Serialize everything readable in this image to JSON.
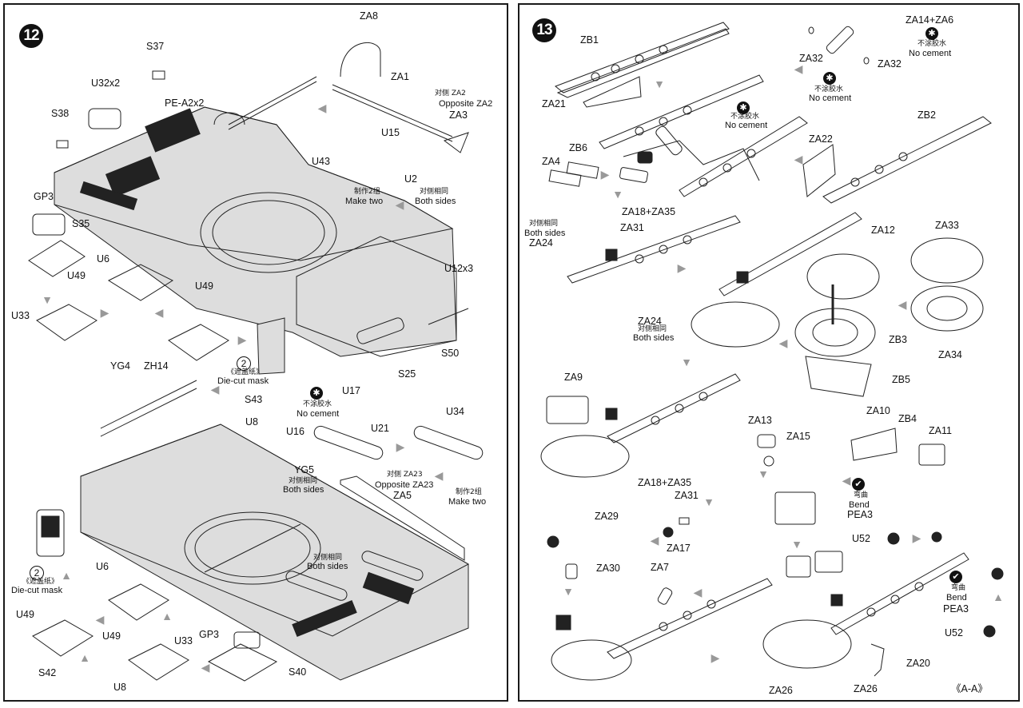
{
  "step12": {
    "number": "12",
    "labels": {
      "S37": "S37",
      "U32x2": "U32x2",
      "PE_A2x2": "PE-A2x2",
      "S38": "S38",
      "ZA8": "ZA8",
      "ZA1": "ZA1",
      "ZA2_zh": "对侧 ZA2",
      "ZA2_en": "Opposite ZA2",
      "ZA3": "ZA3",
      "U15": "U15",
      "U43": "U43",
      "U2": "U2",
      "make_two_zh": "制作2组",
      "make_two_en": "Make two",
      "both_sides_1_zh": "对侧相同",
      "both_sides_1_en": "Both sides",
      "GP3_top": "GP3",
      "S35": "S35",
      "U6_top": "U6",
      "U49_a": "U49",
      "U49_b": "U49",
      "U33_top": "U33",
      "U12x3": "U12x3",
      "S50": "S50",
      "S25": "S25",
      "mask_1_num": "2",
      "mask_1_zh": "《遮盖纸》",
      "mask_1_en": "Die-cut mask",
      "YG4": "YG4",
      "ZH14": "ZH14",
      "S43": "S43",
      "U8_top": "U8",
      "no_cement_zh": "不涂胶水",
      "no_cement_en": "No cement",
      "U17": "U17",
      "U16": "U16",
      "U21": "U21",
      "U34": "U34",
      "YG5": "YG5",
      "both_sides_2_zh": "对侧相同",
      "both_sides_2_en": "Both sides",
      "ZA23_zh": "对侧 ZA23",
      "ZA23_en": "Opposite ZA23",
      "ZA5": "ZA5",
      "make_two_2_zh": "制作2组",
      "make_two_2_en": "Make two",
      "both_sides_3_zh": "对侧相同",
      "both_sides_3_en": "Both sides",
      "mask_2_num": "2",
      "mask_2_zh": "《遮盖纸》",
      "mask_2_en": "Die-cut mask",
      "U6_bottom": "U6",
      "U49_c": "U49",
      "U49_d": "U49",
      "U33_bottom": "U33",
      "GP3_bottom": "GP3",
      "S40": "S40",
      "S42": "S42",
      "U8_bottom": "U8"
    }
  },
  "step13": {
    "number": "13",
    "labels": {
      "ZB1": "ZB1",
      "ZA21": "ZA21",
      "no_cement_1_zh": "不涂胶水",
      "no_cement_1_en": "No cement",
      "ZA14_ZA6": "ZA14+ZA6",
      "no_cement_2_zh": "不涂胶水",
      "no_cement_2_en": "No cement",
      "ZA32_a": "ZA32",
      "ZA32_b": "ZA32",
      "no_cement_3_zh": "不涂胶水",
      "no_cement_3_en": "No cement",
      "ZB6": "ZB6",
      "ZA4": "ZA4",
      "ZA22": "ZA22",
      "ZB2": "ZB2",
      "ZA18_ZA35_top": "ZA18+ZA35",
      "ZA31_top": "ZA31",
      "both_sides_a_zh": "对侧相同",
      "both_sides_a_en": "Both sides",
      "ZA24_a": "ZA24",
      "ZA24_b": "ZA24",
      "both_sides_b_zh": "对侧相同",
      "both_sides_b_en": "Both sides",
      "ZA12": "ZA12",
      "ZA33": "ZA33",
      "ZB3": "ZB3",
      "ZA34": "ZA34",
      "ZB5": "ZB5",
      "ZA9": "ZA9",
      "ZA13": "ZA13",
      "ZA15": "ZA15",
      "ZA10": "ZA10",
      "ZB4": "ZB4",
      "ZA11": "ZA11",
      "bend_1_zh": "弯曲",
      "bend_1_en": "Bend",
      "PEA3_a": "PEA3",
      "U52_a": "U52",
      "ZA18_ZA35_bottom": "ZA18+ZA35",
      "ZA31_bottom": "ZA31",
      "ZA29": "ZA29",
      "ZA30": "ZA30",
      "ZA17": "ZA17",
      "ZA7": "ZA7",
      "bend_2_zh": "弯曲",
      "bend_2_en": "Bend",
      "PEA3_b": "PEA3",
      "U52_b": "U52",
      "ZA20": "ZA20",
      "ZA26_a": "ZA26",
      "ZA26_b": "ZA26",
      "view": "《A-A》"
    }
  },
  "icons": {
    "no_cement": "no-cement-icon",
    "bend": "bend-icon",
    "arrow": "assembly-arrow-icon"
  }
}
